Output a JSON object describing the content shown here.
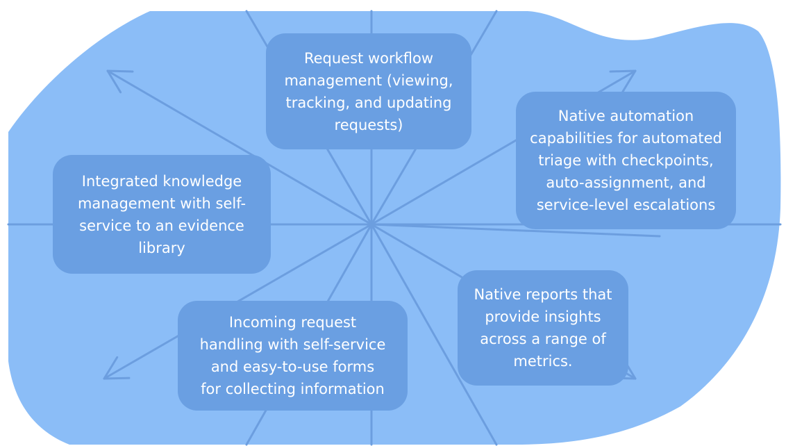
{
  "colors": {
    "background": "#ffffff",
    "blob": "#8bbdf7",
    "arrow": "#6c9edf",
    "box_fill": "#6a9fe2",
    "box_text": "#ffffff"
  },
  "features": {
    "top": "Request workflow\nmanagement (viewing,\ntracking, and updating\nrequests)",
    "right": "Native automation\ncapabilities for automated\ntriage with checkpoints,\nauto-assignment, and\nservice-level escalations",
    "left": "Integrated knowledge\nmanagement with self-\nservice to an evidence\nlibrary",
    "bottom_left": "Incoming request\nhandling with self-service\nand easy-to-use forms\nfor collecting information",
    "bottom_right": "Native reports that\nprovide insights\nacross a range of\nmetrics."
  }
}
